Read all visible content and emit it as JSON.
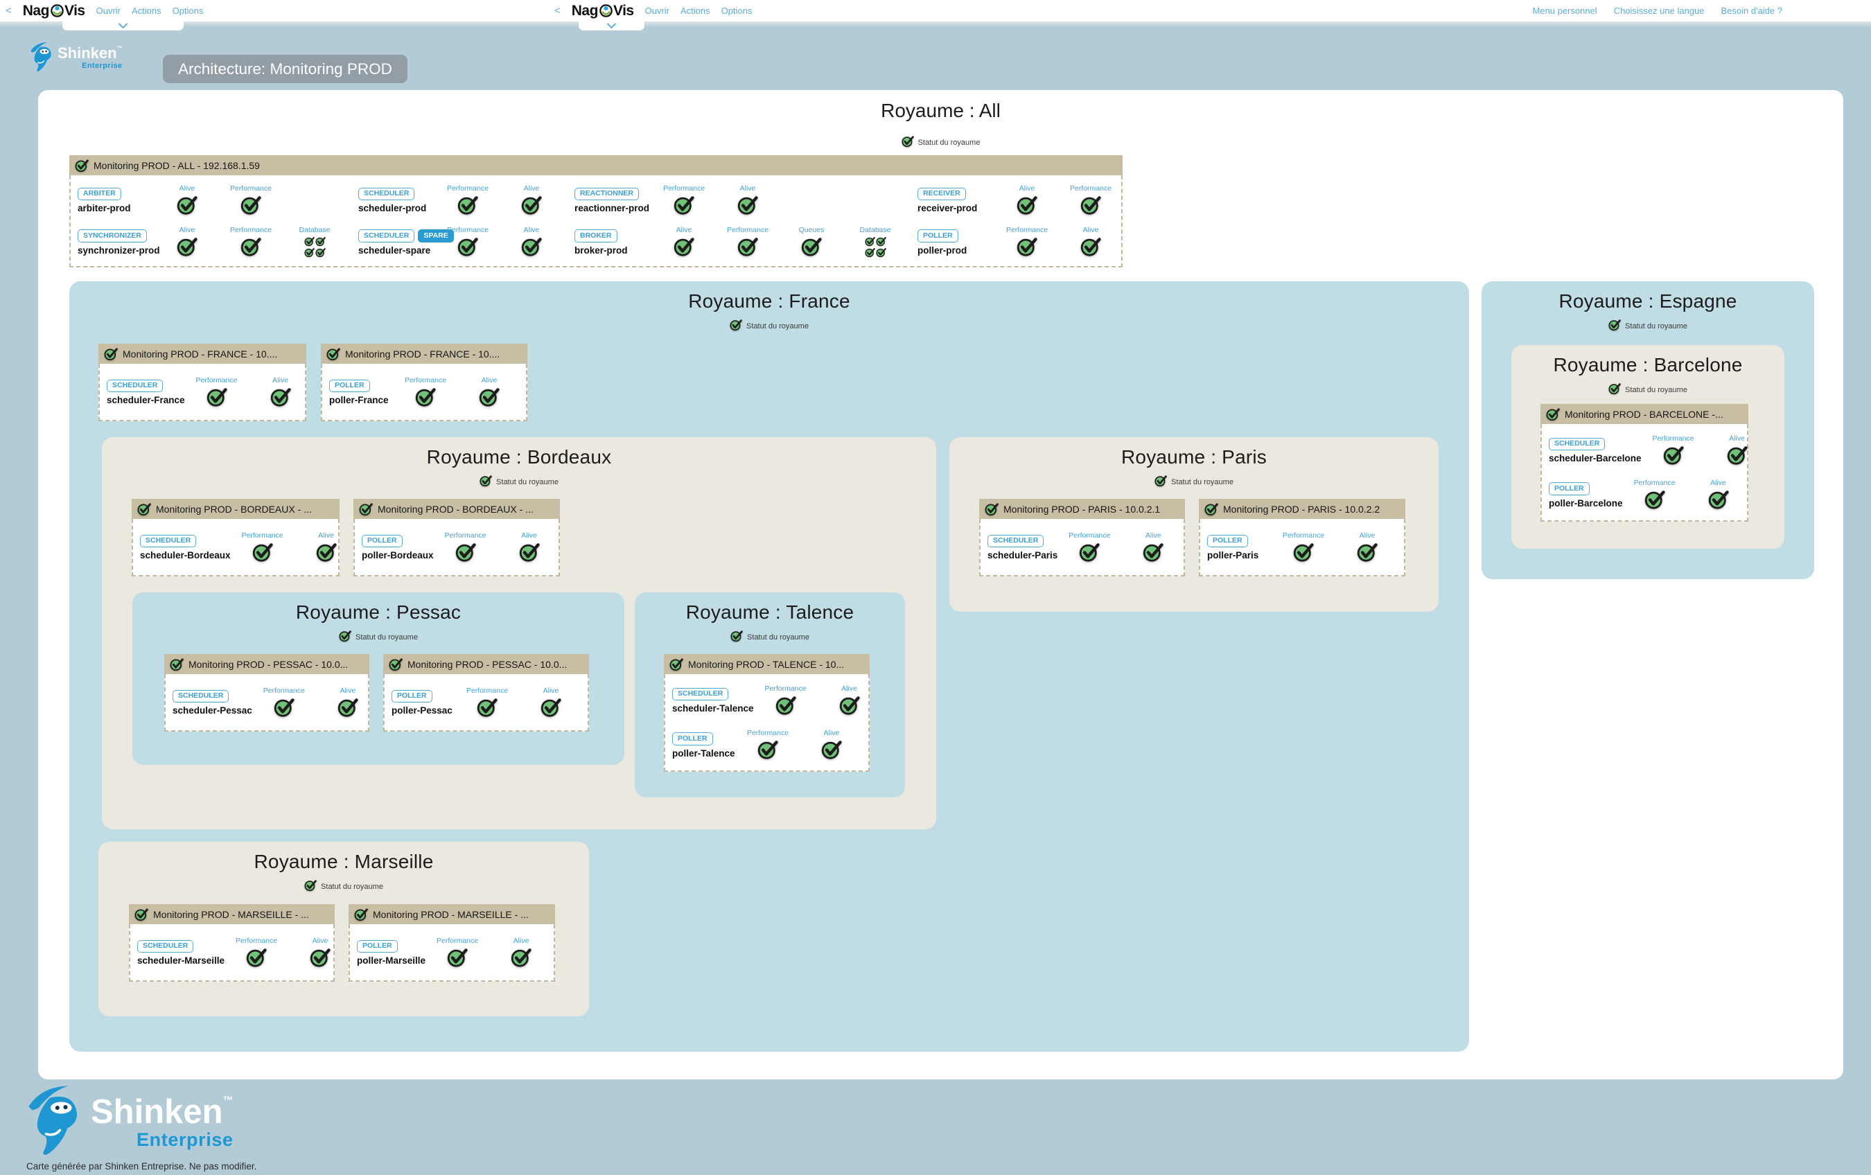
{
  "header": {
    "back": "<",
    "logo_prefix": "Nag",
    "logo_suffix": "Vis",
    "menu_left": [
      "Ouvrir",
      "Actions",
      "Options"
    ],
    "menu_mid": [
      "Ouvrir",
      "Actions",
      "Options"
    ],
    "menu_right": [
      "Menu personnel",
      "Choisissez une langue",
      "Besoin d'aide ?"
    ]
  },
  "branding": {
    "badge": "Architecture: Monitoring PROD",
    "shinken": "Shinken",
    "tm": "™",
    "enterprise": "Enterprise",
    "footer_note": "Carte générée par Shinken Entreprise. Ne pas modifier."
  },
  "labels": {
    "status": "Statut du royaume"
  },
  "colors": {
    "accent_blue": "#45a1d7",
    "ok_green": "#6fc277",
    "section_blue": "#c0dce4",
    "section_beige": "#ebe8df",
    "box_header_tan": "#c7bea3",
    "page_bg": "#b3cbd6",
    "badge_gray": "#9099a1"
  },
  "sections": {
    "all": {
      "title": "Royaume : All",
      "boxes": [
        {
          "title": "Monitoring PROD - ALL - 192.168.1.59",
          "rows": [
            [
              {
                "badge": "ARBITER",
                "name": "arbiter-prod",
                "indicators": [
                  {
                    "label": "Alive",
                    "icon": "single"
                  },
                  {
                    "label": "Performance",
                    "icon": "single"
                  }
                ]
              },
              {
                "badge": "SCHEDULER",
                "name": "scheduler-prod",
                "indicators": [
                  {
                    "label": "Performance",
                    "icon": "single"
                  },
                  {
                    "label": "Alive",
                    "icon": "single"
                  }
                ]
              },
              {
                "badge": "REACTIONNER",
                "name": "reactionner-prod",
                "indicators": [
                  {
                    "label": "Performance",
                    "icon": "single"
                  },
                  {
                    "label": "Alive",
                    "icon": "single"
                  }
                ]
              },
              {
                "badge": "RECEIVER",
                "name": "receiver-prod",
                "indicators": [
                  {
                    "label": "Alive",
                    "icon": "single"
                  },
                  {
                    "label": "Performance",
                    "icon": "single"
                  }
                ]
              }
            ],
            [
              {
                "badge": "SYNCHRONIZER",
                "name": "synchronizer-prod",
                "indicators": [
                  {
                    "label": "Alive",
                    "icon": "single"
                  },
                  {
                    "label": "Performance",
                    "icon": "single"
                  },
                  {
                    "label": "Database",
                    "icon": "quad"
                  }
                ]
              },
              {
                "badge": "SCHEDULER",
                "spare": "SPARE",
                "name": "scheduler-spare",
                "indicators": [
                  {
                    "label": "Performance",
                    "icon": "single"
                  },
                  {
                    "label": "Alive",
                    "icon": "single"
                  }
                ]
              },
              {
                "badge": "BROKER",
                "name": "broker-prod",
                "indicators": [
                  {
                    "label": "Alive",
                    "icon": "single"
                  },
                  {
                    "label": "Performance",
                    "icon": "single"
                  },
                  {
                    "label": "Queues",
                    "icon": "single"
                  },
                  {
                    "label": "Database",
                    "icon": "quad"
                  }
                ]
              },
              {
                "badge": "POLLER",
                "name": "poller-prod",
                "indicators": [
                  {
                    "label": "Performance",
                    "icon": "single"
                  },
                  {
                    "label": "Alive",
                    "icon": "single"
                  }
                ]
              }
            ]
          ]
        }
      ]
    },
    "france": {
      "title": "Royaume : France",
      "boxes": [
        {
          "title": "Monitoring PROD - FRANCE - 10....",
          "rows": [
            [
              {
                "badge": "SCHEDULER",
                "name": "scheduler-France",
                "indicators": [
                  {
                    "label": "Performance",
                    "icon": "single"
                  },
                  {
                    "label": "Alive",
                    "icon": "single"
                  }
                ]
              }
            ]
          ]
        },
        {
          "title": "Monitoring PROD - FRANCE - 10....",
          "rows": [
            [
              {
                "badge": "POLLER",
                "name": "poller-France",
                "indicators": [
                  {
                    "label": "Performance",
                    "icon": "single"
                  },
                  {
                    "label": "Alive",
                    "icon": "single"
                  }
                ]
              }
            ]
          ]
        }
      ]
    },
    "espagne": {
      "title": "Royaume : Espagne",
      "boxes": []
    },
    "bordeaux": {
      "title": "Royaume : Bordeaux",
      "boxes": [
        {
          "title": "Monitoring PROD - BORDEAUX - ...",
          "rows": [
            [
              {
                "badge": "SCHEDULER",
                "name": "scheduler-Bordeaux",
                "indicators": [
                  {
                    "label": "Performance",
                    "icon": "single"
                  },
                  {
                    "label": "Alive",
                    "icon": "single"
                  }
                ]
              }
            ]
          ]
        },
        {
          "title": "Monitoring PROD - BORDEAUX - ...",
          "rows": [
            [
              {
                "badge": "POLLER",
                "name": "poller-Bordeaux",
                "indicators": [
                  {
                    "label": "Performance",
                    "icon": "single"
                  },
                  {
                    "label": "Alive",
                    "icon": "single"
                  }
                ]
              }
            ]
          ]
        }
      ]
    },
    "paris": {
      "title": "Royaume : Paris",
      "boxes": [
        {
          "title": "Monitoring PROD - PARIS - 10.0.2.1",
          "rows": [
            [
              {
                "badge": "SCHEDULER",
                "name": "scheduler-Paris",
                "indicators": [
                  {
                    "label": "Performance",
                    "icon": "single"
                  },
                  {
                    "label": "Alive",
                    "icon": "single"
                  }
                ]
              }
            ]
          ]
        },
        {
          "title": "Monitoring PROD - PARIS - 10.0.2.2",
          "rows": [
            [
              {
                "badge": "POLLER",
                "name": "poller-Paris",
                "indicators": [
                  {
                    "label": "Performance",
                    "icon": "single"
                  },
                  {
                    "label": "Alive",
                    "icon": "single"
                  }
                ]
              }
            ]
          ]
        }
      ]
    },
    "marseille": {
      "title": "Royaume : Marseille",
      "boxes": [
        {
          "title": "Monitoring PROD - MARSEILLE - ...",
          "rows": [
            [
              {
                "badge": "SCHEDULER",
                "name": "scheduler-Marseille",
                "indicators": [
                  {
                    "label": "Performance",
                    "icon": "single"
                  },
                  {
                    "label": "Alive",
                    "icon": "single"
                  }
                ]
              }
            ]
          ]
        },
        {
          "title": "Monitoring PROD - MARSEILLE - ...",
          "rows": [
            [
              {
                "badge": "POLLER",
                "name": "poller-Marseille",
                "indicators": [
                  {
                    "label": "Performance",
                    "icon": "single"
                  },
                  {
                    "label": "Alive",
                    "icon": "single"
                  }
                ]
              }
            ]
          ]
        }
      ]
    },
    "pessac": {
      "title": "Royaume : Pessac",
      "boxes": [
        {
          "title": "Monitoring PROD - PESSAC - 10.0...",
          "rows": [
            [
              {
                "badge": "SCHEDULER",
                "name": "scheduler-Pessac",
                "indicators": [
                  {
                    "label": "Performance",
                    "icon": "single"
                  },
                  {
                    "label": "Alive",
                    "icon": "single"
                  }
                ]
              }
            ]
          ]
        },
        {
          "title": "Monitoring PROD - PESSAC - 10.0...",
          "rows": [
            [
              {
                "badge": "POLLER",
                "name": "poller-Pessac",
                "indicators": [
                  {
                    "label": "Performance",
                    "icon": "single"
                  },
                  {
                    "label": "Alive",
                    "icon": "single"
                  }
                ]
              }
            ]
          ]
        }
      ]
    },
    "talence": {
      "title": "Royaume : Talence",
      "boxes": [
        {
          "title": "Monitoring PROD - TALENCE - 10...",
          "rows": [
            [
              {
                "badge": "SCHEDULER",
                "name": "scheduler-Talence",
                "indicators": [
                  {
                    "label": "Performance",
                    "icon": "single"
                  },
                  {
                    "label": "Alive",
                    "icon": "single"
                  }
                ]
              }
            ],
            [
              {
                "badge": "POLLER",
                "name": "poller-Talence",
                "indicators": [
                  {
                    "label": "Performance",
                    "icon": "single"
                  },
                  {
                    "label": "Alive",
                    "icon": "single"
                  }
                ]
              }
            ]
          ]
        }
      ]
    },
    "barcelone": {
      "title": "Royaume : Barcelone",
      "boxes": [
        {
          "title": "Monitoring PROD - BARCELONE -...",
          "rows": [
            [
              {
                "badge": "SCHEDULER",
                "name": "scheduler-Barcelone",
                "indicators": [
                  {
                    "label": "Performance",
                    "icon": "single"
                  },
                  {
                    "label": "Alive",
                    "icon": "single"
                  }
                ]
              }
            ],
            [
              {
                "badge": "POLLER",
                "name": "poller-Barcelone",
                "indicators": [
                  {
                    "label": "Performance",
                    "icon": "single"
                  },
                  {
                    "label": "Alive",
                    "icon": "single"
                  }
                ]
              }
            ]
          ]
        }
      ]
    }
  }
}
